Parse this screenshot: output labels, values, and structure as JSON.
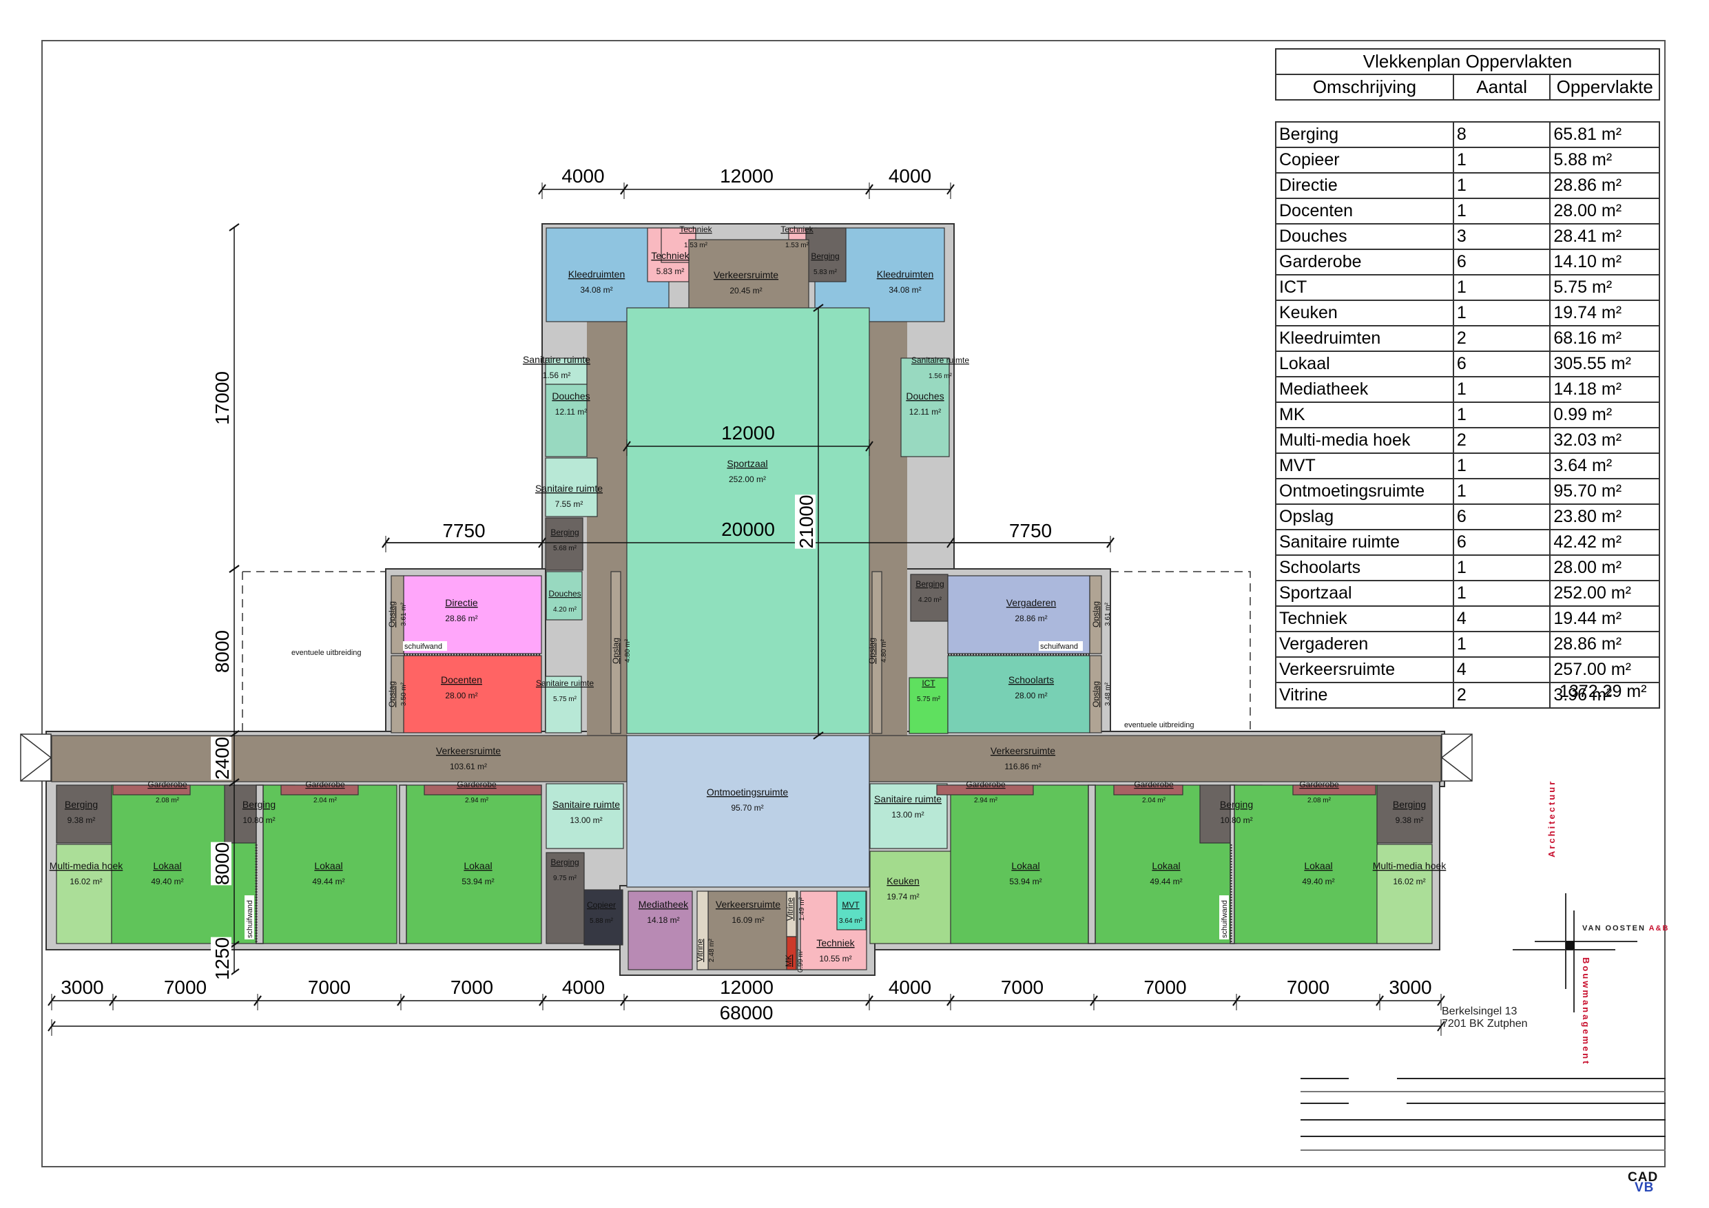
{
  "table": {
    "title": "Vlekkenplan Oppervlakten",
    "columns": [
      "Omschrijving",
      "Aantal",
      "Oppervlakte"
    ],
    "rows": [
      {
        "name": "Berging",
        "count": "8",
        "area": "65.81 m²"
      },
      {
        "name": "Copieer",
        "count": "1",
        "area": "5.88 m²"
      },
      {
        "name": "Directie",
        "count": "1",
        "area": "28.86 m²"
      },
      {
        "name": "Docenten",
        "count": "1",
        "area": "28.00 m²"
      },
      {
        "name": "Douches",
        "count": "3",
        "area": "28.41 m²"
      },
      {
        "name": "Garderobe",
        "count": "6",
        "area": "14.10 m²"
      },
      {
        "name": "ICT",
        "count": "1",
        "area": "5.75 m²"
      },
      {
        "name": "Keuken",
        "count": "1",
        "area": "19.74 m²"
      },
      {
        "name": "Kleedruimten",
        "count": "2",
        "area": "68.16 m²"
      },
      {
        "name": "Lokaal",
        "count": "6",
        "area": "305.55 m²"
      },
      {
        "name": "Mediatheek",
        "count": "1",
        "area": "14.18 m²"
      },
      {
        "name": "MK",
        "count": "1",
        "area": "0.99 m²"
      },
      {
        "name": "Multi-media hoek",
        "count": "2",
        "area": "32.03 m²"
      },
      {
        "name": "MVT",
        "count": "1",
        "area": "3.64 m²"
      },
      {
        "name": "Ontmoetingsruimte",
        "count": "1",
        "area": "95.70 m²"
      },
      {
        "name": "Opslag",
        "count": "6",
        "area": "23.80 m²"
      },
      {
        "name": "Sanitaire ruimte",
        "count": "6",
        "area": "42.42 m²"
      },
      {
        "name": "Schoolarts",
        "count": "1",
        "area": "28.00 m²"
      },
      {
        "name": "Sportzaal",
        "count": "1",
        "area": "252.00 m²"
      },
      {
        "name": "Techniek",
        "count": "4",
        "area": "19.44 m²"
      },
      {
        "name": "Vergaderen",
        "count": "1",
        "area": "28.86 m²"
      },
      {
        "name": "Verkeersruimte",
        "count": "4",
        "area": "257.00 m²"
      },
      {
        "name": "Vitrine",
        "count": "2",
        "area": "3.96 m²"
      }
    ],
    "total": "1372.29 m²"
  },
  "colors": {
    "verkeer": "#968a7b",
    "kleed": "#8fc4e0",
    "sport": "#8fe0bd",
    "techniek": "#f9b9c0",
    "berging": "#6a6461",
    "douches": "#98d9c0",
    "sanitair": "#b8e8d6",
    "directie": "#ffa6fa",
    "docenten": "#ff6464",
    "vergaderen": "#abb8dc",
    "schoolarts": "#78d0b4",
    "ict": "#5fe05f",
    "opslag": "#b0a494",
    "ontmoeting": "#bcd0e6",
    "lokaal": "#60c45a",
    "multimedia": "#abde98",
    "keuken": "#a3db8d",
    "garderobe": "#a86264",
    "copieer": "#363843",
    "mediatheek": "#b88ab4",
    "mvt": "#5ddfc4",
    "mk": "#cc3a2a",
    "vitrine": "#ded6c6",
    "wall": "#c8c8c8"
  },
  "rooms": [
    {
      "id": "kleed-l",
      "label": "Kleedruimten",
      "area": "34.08 m²",
      "color": "kleed"
    },
    {
      "id": "kleed-r",
      "label": "Kleedruimten",
      "area": "34.08 m²",
      "color": "kleed"
    },
    {
      "id": "techniek-tl",
      "label": "Techniek",
      "area": "5.83 m²",
      "color": "techniek"
    },
    {
      "id": "techniek-tl2",
      "label": "Techniek",
      "area": "1.53 m²",
      "color": "techniek"
    },
    {
      "id": "techniek-tr",
      "label": "Techniek",
      "area": "1.53 m²",
      "color": "techniek"
    },
    {
      "id": "berging-top",
      "label": "Berging",
      "area": "5.83 m²",
      "color": "berging"
    },
    {
      "id": "verkeer-top",
      "label": "Verkeersruimte",
      "area": "20.45 m²",
      "color": "verkeer"
    },
    {
      "id": "sportzaal",
      "label": "Sportzaal",
      "area": "252.00 m²",
      "color": "sport"
    },
    {
      "id": "sanitair-l1",
      "label": "Sanitaire ruimte",
      "area": "1.56 m²",
      "color": "sanitair"
    },
    {
      "id": "douches-l",
      "label": "Douches",
      "area": "12.11 m²",
      "color": "douches"
    },
    {
      "id": "sanitair-l2",
      "label": "Sanitaire ruimte",
      "area": "7.55 m²",
      "color": "sanitair"
    },
    {
      "id": "berging-l",
      "label": "Berging",
      "area": "5.68 m²",
      "color": "berging"
    },
    {
      "id": "sanitair-r1",
      "label": "Sanitaire ruimte",
      "area": "1.56 m²",
      "color": "sanitair"
    },
    {
      "id": "douches-r",
      "label": "Douches",
      "area": "12.11 m²",
      "color": "douches"
    },
    {
      "id": "directie",
      "label": "Directie",
      "area": "28.86 m²",
      "color": "directie"
    },
    {
      "id": "docenten",
      "label": "Docenten",
      "area": "28.00 m²",
      "color": "docenten"
    },
    {
      "id": "opslag-dir",
      "label": "Opslag",
      "area": "3.61 m²",
      "color": "opslag"
    },
    {
      "id": "opslag-doc",
      "label": "Opslag",
      "area": "3.50 m²",
      "color": "opslag"
    },
    {
      "id": "douches-small",
      "label": "Douches",
      "area": "4.20 m²",
      "color": "douches"
    },
    {
      "id": "sanitair-l3",
      "label": "Sanitaire ruimte",
      "area": "5.75 m²",
      "color": "sanitair"
    },
    {
      "id": "opslag-cl",
      "label": "Opslag",
      "area": "4.80 m²",
      "color": "opslag"
    },
    {
      "id": "opslag-cr",
      "label": "Opslag",
      "area": "4.80 m²",
      "color": "opslag"
    },
    {
      "id": "berging-r",
      "label": "Berging",
      "area": "4.20 m²",
      "color": "berging"
    },
    {
      "id": "ict",
      "label": "ICT",
      "area": "5.75 m²",
      "color": "ict"
    },
    {
      "id": "vergaderen",
      "label": "Vergaderen",
      "area": "28.86 m²",
      "color": "vergaderen"
    },
    {
      "id": "schoolarts",
      "label": "Schoolarts",
      "area": "28.00 m²",
      "color": "schoolarts"
    },
    {
      "id": "opslag-verg",
      "label": "Opslag",
      "area": "3.61 m²",
      "color": "opslag"
    },
    {
      "id": "opslag-school",
      "label": "Opslag",
      "area": "3.48 m²",
      "color": "opslag"
    },
    {
      "id": "verkeer-l",
      "label": "Verkeersruimte",
      "area": "103.61 m²",
      "color": "verkeer"
    },
    {
      "id": "verkeer-r",
      "label": "Verkeersruimte",
      "area": "116.86 m²",
      "color": "verkeer"
    },
    {
      "id": "ontmoeting",
      "label": "Ontmoetingsruimte",
      "area": "95.70 m²",
      "color": "ontmoeting"
    },
    {
      "id": "sanitair-bl",
      "label": "Sanitaire ruimte",
      "area": "13.00 m²",
      "color": "sanitair"
    },
    {
      "id": "sanitair-br",
      "label": "Sanitaire ruimte",
      "area": "13.00 m²",
      "color": "sanitair"
    },
    {
      "id": "berging-bl",
      "label": "Berging",
      "area": "9.75 m²",
      "color": "berging"
    },
    {
      "id": "copieer",
      "label": "Copieer",
      "area": "5.88 m²",
      "color": "copieer"
    },
    {
      "id": "mediatheek",
      "label": "Mediatheek",
      "area": "14.18 m²",
      "color": "mediatheek"
    },
    {
      "id": "verkeer-b",
      "label": "Verkeersruimte",
      "area": "16.09 m²",
      "color": "verkeer"
    },
    {
      "id": "vitrine-l",
      "label": "Vitrine",
      "area": "2.48 m²",
      "color": "vitrine"
    },
    {
      "id": "vitrine-r",
      "label": "Vitrine",
      "area": "1.49 m²",
      "color": "vitrine"
    },
    {
      "id": "mk",
      "label": "MK",
      "area": "0.99 m²",
      "color": "mk"
    },
    {
      "id": "techniek-b",
      "label": "Techniek",
      "area": "10.55 m²",
      "color": "techniek"
    },
    {
      "id": "mvt",
      "label": "MVT",
      "area": "3.64 m²",
      "color": "mvt"
    },
    {
      "id": "keuken",
      "label": "Keuken",
      "area": "19.74 m²",
      "color": "keuken"
    },
    {
      "id": "berging-c1",
      "label": "Berging",
      "area": "9.38 m²",
      "color": "berging"
    },
    {
      "id": "mmh-l",
      "label": "Multi-media hoek",
      "area": "16.02 m²",
      "color": "multimedia"
    },
    {
      "id": "lokaal-1",
      "label": "Lokaal",
      "area": "49.40 m²",
      "color": "lokaal"
    },
    {
      "id": "garderobe-1",
      "label": "Garderobe",
      "area": "2.08 m²",
      "color": "garderobe"
    },
    {
      "id": "berging-c2",
      "label": "Berging",
      "area": "10.80 m²",
      "color": "berging"
    },
    {
      "id": "lokaal-2",
      "label": "Lokaal",
      "area": "49.44 m²",
      "color": "lokaal"
    },
    {
      "id": "garderobe-2",
      "label": "Garderobe",
      "area": "2.04 m²",
      "color": "garderobe"
    },
    {
      "id": "lokaal-3",
      "label": "Lokaal",
      "area": "53.94 m²",
      "color": "lokaal"
    },
    {
      "id": "garderobe-3",
      "label": "Garderobe",
      "area": "2.94 m²",
      "color": "garderobe"
    },
    {
      "id": "lokaal-4",
      "label": "Lokaal",
      "area": "53.94 m²",
      "color": "lokaal"
    },
    {
      "id": "garderobe-4",
      "label": "Garderobe",
      "area": "2.94 m²",
      "color": "garderobe"
    },
    {
      "id": "lokaal-5",
      "label": "Lokaal",
      "area": "49.44 m²",
      "color": "lokaal"
    },
    {
      "id": "garderobe-5",
      "label": "Garderobe",
      "area": "2.04 m²",
      "color": "garderobe"
    },
    {
      "id": "berging-c3",
      "label": "Berging",
      "area": "10.80 m²",
      "color": "berging"
    },
    {
      "id": "lokaal-6",
      "label": "Lokaal",
      "area": "49.40 m²",
      "color": "lokaal"
    },
    {
      "id": "garderobe-6",
      "label": "Garderobe",
      "area": "2.08 m²",
      "color": "garderobe"
    },
    {
      "id": "berging-c4",
      "label": "Berging",
      "area": "9.38 m²",
      "color": "berging"
    },
    {
      "id": "mmh-r",
      "label": "Multi-media hoek",
      "area": "16.02 m²",
      "color": "multimedia"
    }
  ],
  "notes": {
    "schuifwand": "schuifwand",
    "uitbreiding": "eventuele uitbreiding"
  },
  "dimensions": {
    "top": [
      "4000",
      "12000",
      "4000"
    ],
    "hall_inner_w": "12000",
    "hall_inner_w2": "20000",
    "hall_inner_h": "21000",
    "wing_left": "7750",
    "wing_right": "7750",
    "left_vertical": [
      "17000",
      "8000",
      "2400",
      "8000",
      "1250"
    ],
    "bottom": [
      "3000",
      "7000",
      "7000",
      "7000",
      "4000",
      "12000",
      "4000",
      "7000",
      "7000",
      "7000",
      "3000"
    ],
    "overall": "68000"
  },
  "titleblock": {
    "address_line1": "Berkelsingel 13",
    "address_line2": "7201 BK Zutphen",
    "logo_company": "VAN OOSTEN",
    "logo_ab": "A&B",
    "logo_arch": "Architectuur",
    "logo_bouw": "Bouwmanagement",
    "cad": "CAD",
    "vb": "VB"
  }
}
